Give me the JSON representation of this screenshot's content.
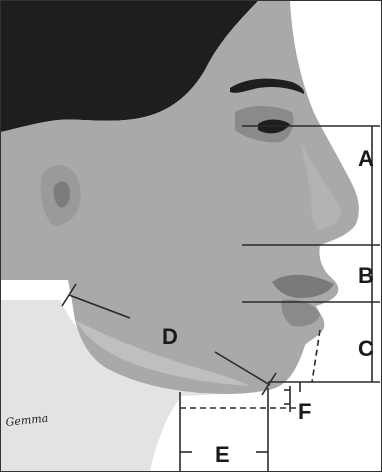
{
  "labels": {
    "A": "A",
    "B": "B",
    "C": "C",
    "D": "D",
    "E": "E",
    "F": "F"
  },
  "signature": "Gemma"
}
